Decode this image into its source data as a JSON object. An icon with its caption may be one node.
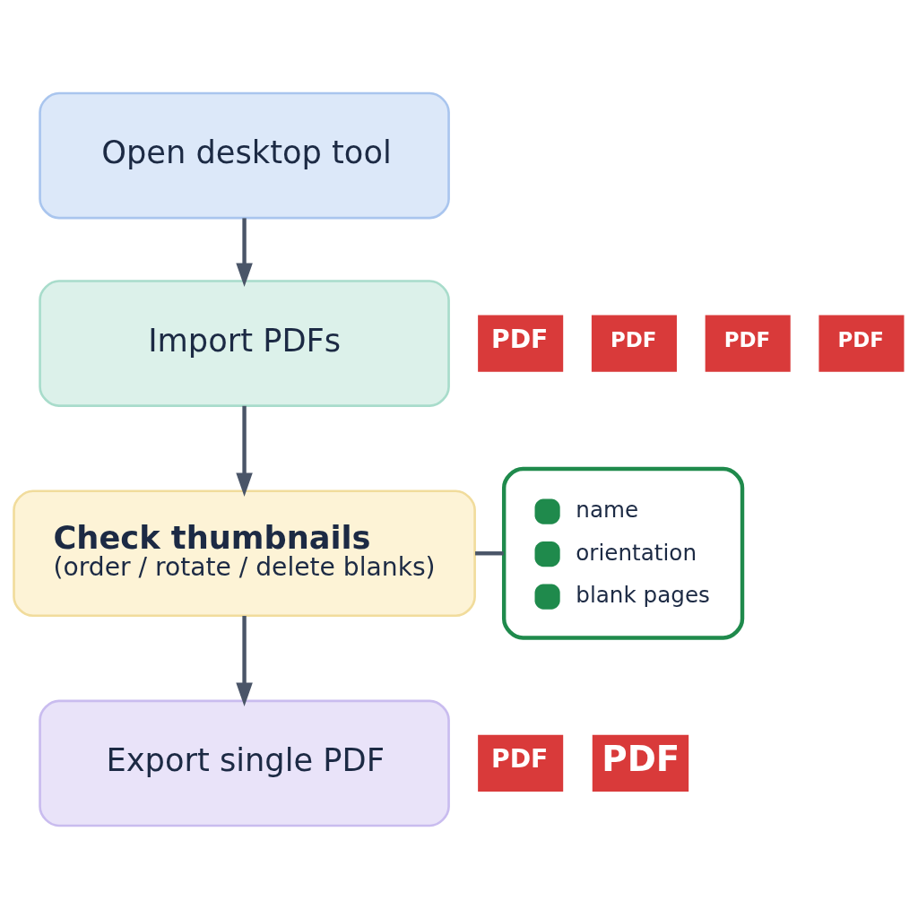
{
  "diagram": {
    "nodes": [
      {
        "text": [
          "Open desktop tool"
        ]
      },
      {
        "text": [
          "Import PDFs"
        ]
      },
      {
        "text": [
          "Check thumbnails",
          "(order / rotate / delete blanks)"
        ]
      },
      {
        "text": [
          "Export single PDF"
        ]
      },
      {
        "text": [
          "name",
          "orientation",
          "blank pages"
        ]
      }
    ],
    "edges": [
      {
        "from": 0,
        "to": 1,
        "arrow": "to"
      },
      {
        "from": 1,
        "to": 2,
        "arrow": "to"
      },
      {
        "from": 2,
        "to": 3,
        "arrow": "to"
      },
      {
        "from": 2,
        "to": 4,
        "arrow": "none"
      }
    ],
    "labels": [
      "PDF",
      "PDF",
      "PDF",
      "PDF",
      "PDF",
      "PDF"
    ]
  }
}
